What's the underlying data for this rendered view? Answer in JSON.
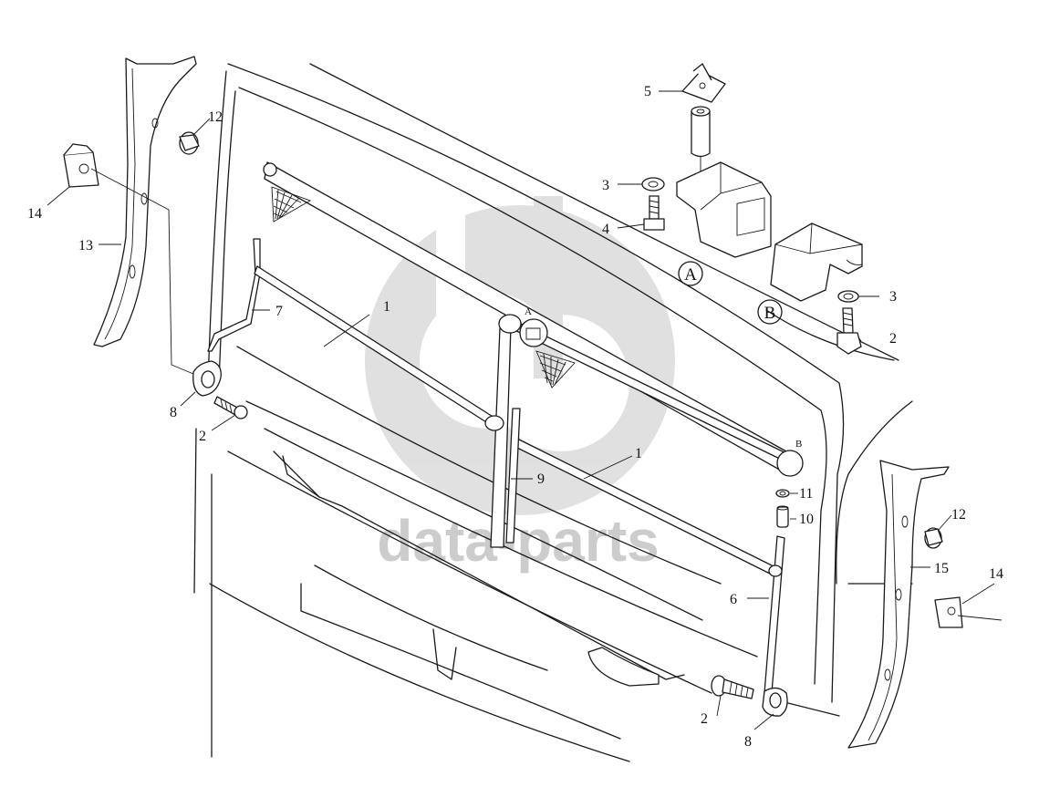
{
  "diagram": {
    "callouts": [
      {
        "id": "c1a",
        "label": "1"
      },
      {
        "id": "c1b",
        "label": "1"
      },
      {
        "id": "c2a",
        "label": "2"
      },
      {
        "id": "c2b",
        "label": "2"
      },
      {
        "id": "c2c",
        "label": "2"
      },
      {
        "id": "c3a",
        "label": "3"
      },
      {
        "id": "c3b",
        "label": "3"
      },
      {
        "id": "c4",
        "label": "4"
      },
      {
        "id": "c5",
        "label": "5"
      },
      {
        "id": "c6",
        "label": "6"
      },
      {
        "id": "c7",
        "label": "7"
      },
      {
        "id": "c8a",
        "label": "8"
      },
      {
        "id": "c8b",
        "label": "8"
      },
      {
        "id": "c9",
        "label": "9"
      },
      {
        "id": "c10",
        "label": "10"
      },
      {
        "id": "c11",
        "label": "11"
      },
      {
        "id": "c12a",
        "label": "12"
      },
      {
        "id": "c12b",
        "label": "12"
      },
      {
        "id": "c13",
        "label": "13"
      },
      {
        "id": "c14a",
        "label": "14"
      },
      {
        "id": "c14b",
        "label": "14"
      },
      {
        "id": "c15",
        "label": "15"
      }
    ],
    "detail_markers": {
      "a_small": "A",
      "b_small": "B",
      "a_large": "A",
      "b_large": "B"
    },
    "watermark": "data-parts",
    "colors": {
      "line": "#1a1a1a",
      "watermark": "#c8c8c8",
      "background": "#ffffff"
    }
  }
}
